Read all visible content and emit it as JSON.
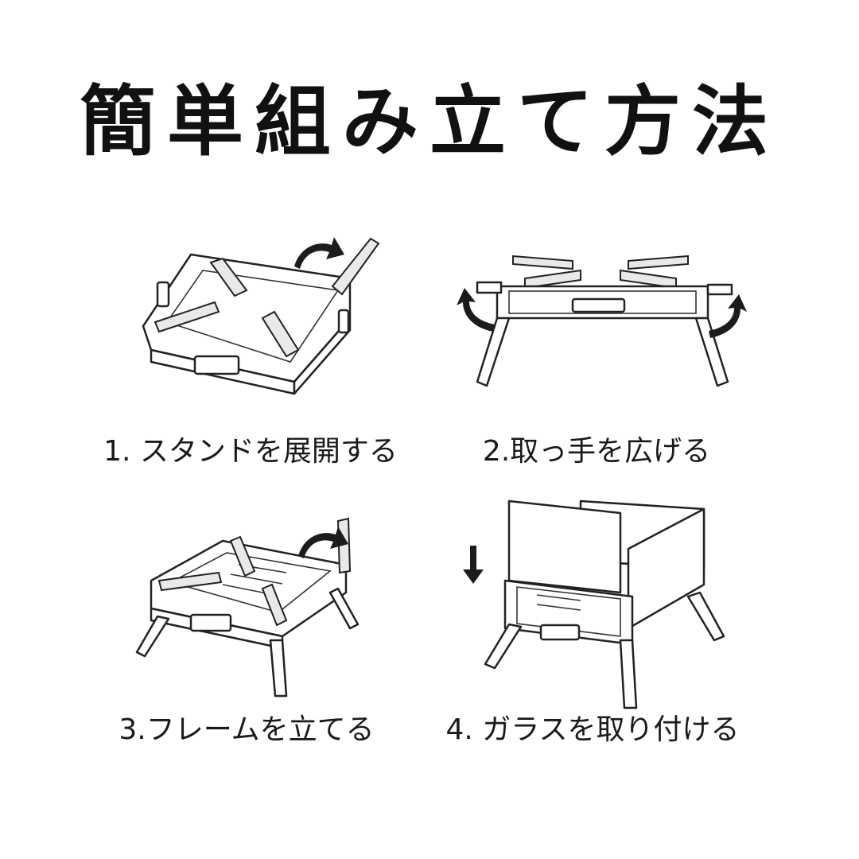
{
  "title": "簡単組み立て方法",
  "steps": [
    {
      "caption": "1. スタンドを展開する"
    },
    {
      "caption": "2.取っ手を広げる"
    },
    {
      "caption": "3.フレームを立てる"
    },
    {
      "caption": "4. ガラスを取り付ける"
    }
  ]
}
